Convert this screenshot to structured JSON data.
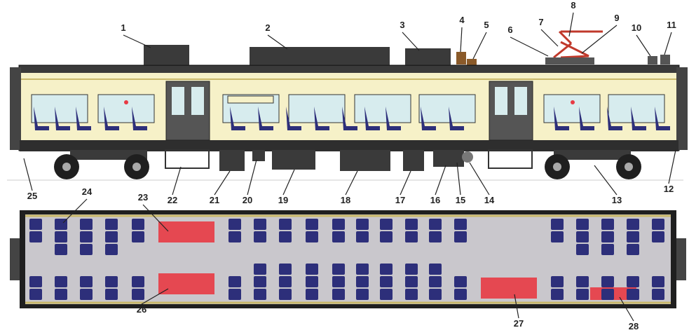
{
  "diagram": {
    "colors": {
      "body": "#f6f1c8",
      "outline": "#1f1f1f",
      "roof": "#3a3a3a",
      "window": "#d7ecee",
      "seat": "#2d2f7a",
      "floor": "#c9c7cc",
      "highlight": "#e83a44",
      "door": "#555555"
    },
    "callouts": [
      {
        "id": "c1",
        "num": "1"
      },
      {
        "id": "c2",
        "num": "2"
      },
      {
        "id": "c3",
        "num": "3"
      },
      {
        "id": "c4",
        "num": "4"
      },
      {
        "id": "c5",
        "num": "5"
      },
      {
        "id": "c6",
        "num": "6"
      },
      {
        "id": "c7",
        "num": "7"
      },
      {
        "id": "c8",
        "num": "8"
      },
      {
        "id": "c9",
        "num": "9"
      },
      {
        "id": "c10",
        "num": "10"
      },
      {
        "id": "c11",
        "num": "11"
      },
      {
        "id": "c12",
        "num": "12"
      },
      {
        "id": "c13",
        "num": "13"
      },
      {
        "id": "c14",
        "num": "14"
      },
      {
        "id": "c15",
        "num": "15"
      },
      {
        "id": "c16",
        "num": "16"
      },
      {
        "id": "c17",
        "num": "17"
      },
      {
        "id": "c18",
        "num": "18"
      },
      {
        "id": "c19",
        "num": "19"
      },
      {
        "id": "c20",
        "num": "20"
      },
      {
        "id": "c21",
        "num": "21"
      },
      {
        "id": "c22",
        "num": "22"
      },
      {
        "id": "c23",
        "num": "23"
      },
      {
        "id": "c24",
        "num": "24"
      },
      {
        "id": "c25",
        "num": "25"
      },
      {
        "id": "c26",
        "num": "26"
      },
      {
        "id": "c27",
        "num": "27"
      },
      {
        "id": "c28",
        "num": "28"
      }
    ]
  }
}
